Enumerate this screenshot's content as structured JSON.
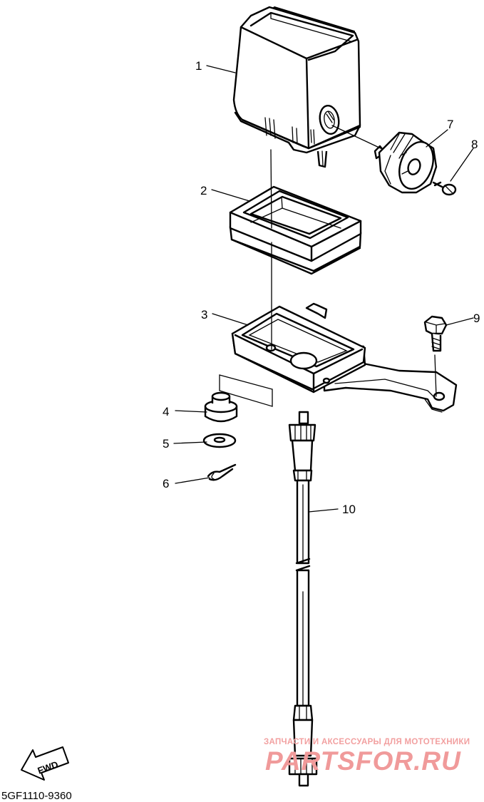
{
  "diagram_code": "5GF1110-9360",
  "watermark": {
    "tagline": "ЗАПЧАСТИ И АКСЕССУАРЫ ДЛЯ МОТОТЕХНИКИ",
    "brand": "PARTSFOR.RU"
  },
  "direction_arrow": "FWD",
  "callouts": [
    "1",
    "2",
    "3",
    "4",
    "5",
    "6",
    "7",
    "8",
    "9",
    "10"
  ]
}
